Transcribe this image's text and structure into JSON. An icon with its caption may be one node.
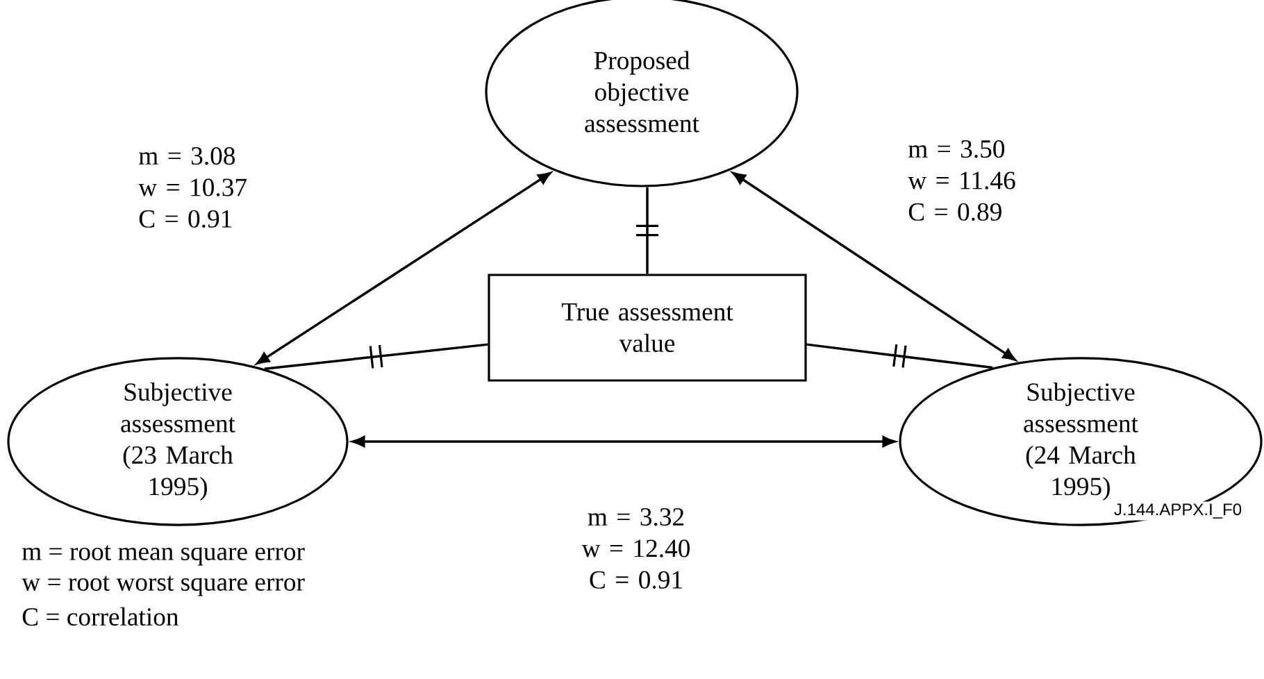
{
  "diagram": {
    "nodes": [
      {
        "text": [
          "Proposed objective assessment"
        ]
      },
      {
        "text": [
          "True assessment value"
        ]
      },
      {
        "text": [
          "Subjective assessment (23 March 1995)"
        ]
      },
      {
        "text": [
          "Subjective assessment (24 March 1995)"
        ]
      }
    ],
    "edges": [
      {
        "from": 2,
        "to": 0,
        "arrow": "both",
        "label": "m = 3.08 w = 10.37 C = 0.91"
      },
      {
        "from": 3,
        "to": 0,
        "arrow": "both",
        "label": "m = 3.50 w = 11.46 C = 0.89"
      },
      {
        "from": 2,
        "to": 3,
        "arrow": "both",
        "label": "m = 3.32 w = 12.40 C = 0.91"
      },
      {
        "from": 1,
        "to": 0,
        "arrow": "none"
      },
      {
        "from": 1,
        "to": 2,
        "arrow": "none"
      },
      {
        "from": 1,
        "to": 3,
        "arrow": "none"
      }
    ],
    "labels": [
      "J.144.APPX.I_F0",
      "m = root mean square error",
      "w = root worst square error",
      "C = correlation"
    ]
  }
}
